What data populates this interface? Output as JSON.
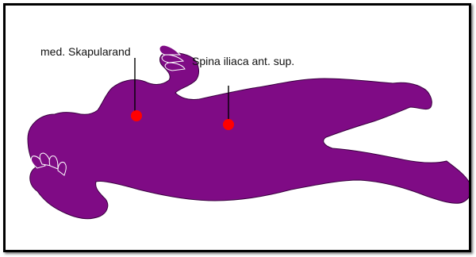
{
  "labels": {
    "scapula": "med. Skapularand",
    "spina": "Spina iliaca ant. sup."
  },
  "colors": {
    "body": "#7f0b85",
    "body_outline": "#3a0040",
    "marker": "#ff0000",
    "leader_line": "#000000",
    "frame": "#000000"
  },
  "figure": {
    "subject": "human-figure-lying-on-side",
    "markers": [
      "scapula-marker",
      "spina-iliaca-marker"
    ]
  }
}
